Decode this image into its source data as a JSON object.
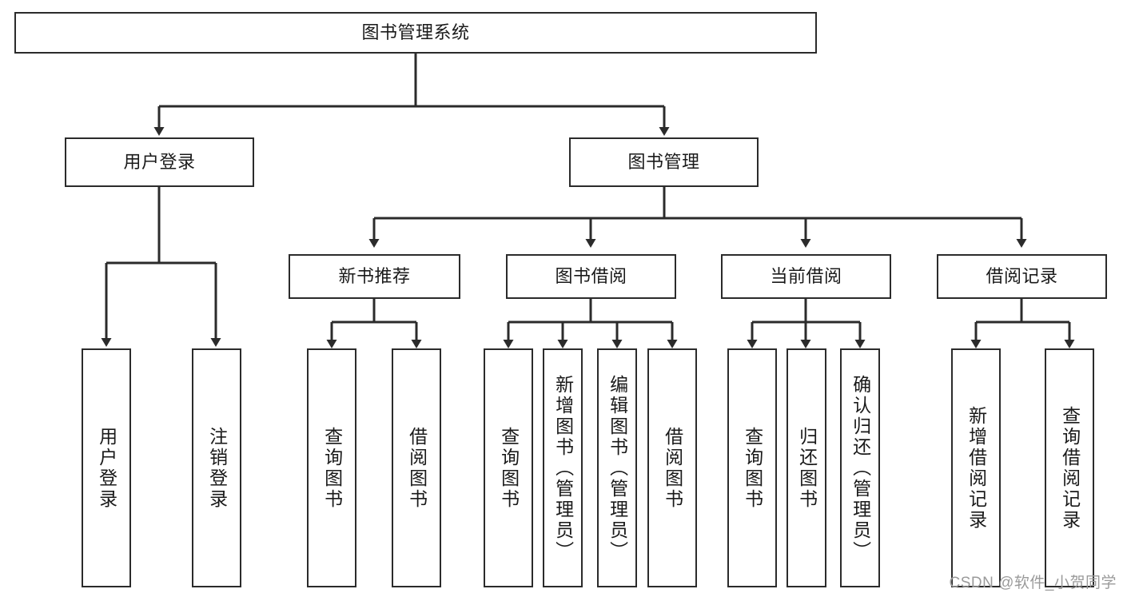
{
  "diagram": {
    "type": "tree-hierarchy-flowchart",
    "title_text": "图书管理系统",
    "colors": {
      "background": "#ffffff",
      "node_fill": "#ffffff",
      "node_border": "#2b2b2b",
      "connector": "#2b2b2b",
      "text": "#1a1a1a",
      "watermark": "#9a9a9a"
    },
    "root": {
      "label": "图书管理系统"
    },
    "level2": [
      {
        "label": "用户登录"
      },
      {
        "label": "图书管理"
      }
    ],
    "level3": [
      {
        "label": "新书推荐"
      },
      {
        "label": "图书借阅"
      },
      {
        "label": "当前借阅"
      },
      {
        "label": "借阅记录"
      }
    ],
    "leaves": {
      "user_login": [
        {
          "label": "用户登录"
        },
        {
          "label": "注销登录"
        }
      ],
      "new_book_recommend": [
        {
          "label": "查询图书"
        },
        {
          "label": "借阅图书"
        }
      ],
      "book_borrow": [
        {
          "label": "查询图书"
        },
        {
          "label": "新增图书（管理员）"
        },
        {
          "label": "编辑图书（管理员）"
        },
        {
          "label": "借阅图书"
        }
      ],
      "current_borrow": [
        {
          "label": "查询图书"
        },
        {
          "label": "归还图书"
        },
        {
          "label": "确认归还（管理员）"
        }
      ],
      "borrow_records": [
        {
          "label": "新增借阅记录"
        },
        {
          "label": "查询借阅记录"
        }
      ]
    },
    "watermark": "CSDN @软件_小贺同学"
  }
}
